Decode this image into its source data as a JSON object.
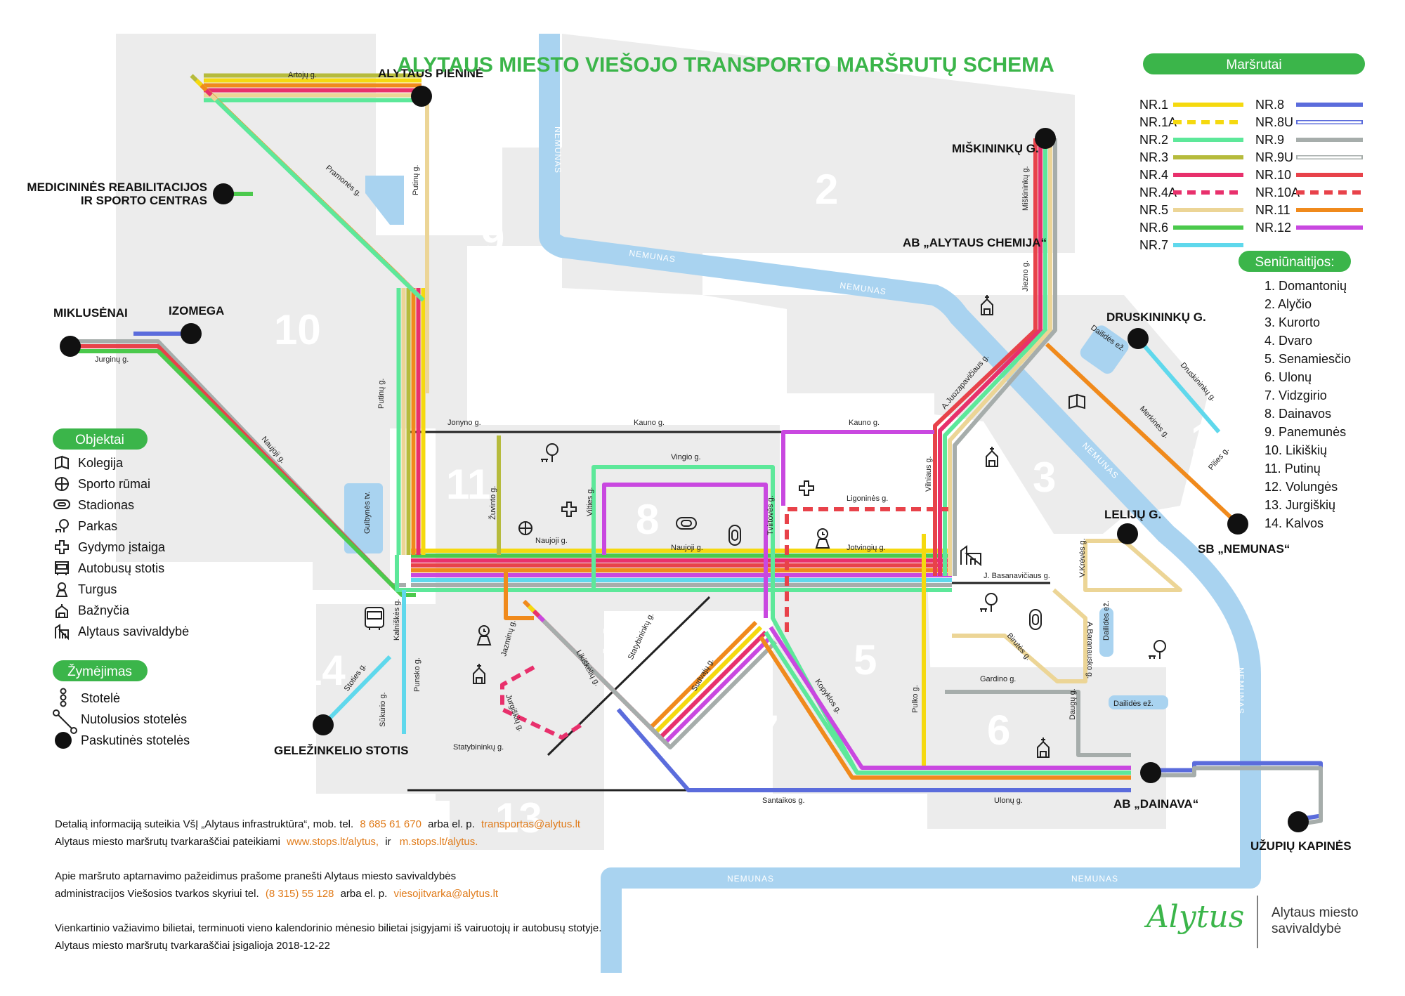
{
  "title": "ALYTAUS MIESTO VIEŠOJO TRANSPORTO MARŠRUTŲ SCHEMA",
  "colors": {
    "accent_green": "#3bb54a",
    "river": "#a9d3f0",
    "district": "#ececec",
    "link_orange": "#e07b1a"
  },
  "routes_heading": "Maršrutai",
  "routes": [
    {
      "label": "NR.1",
      "color": "#f5d90f",
      "style": "solid"
    },
    {
      "label": "NR.1A",
      "color": "#f5d90f",
      "style": "dashed"
    },
    {
      "label": "NR.2",
      "color": "#5de89a",
      "style": "solid"
    },
    {
      "label": "NR.3",
      "color": "#b6bb3c",
      "style": "solid"
    },
    {
      "label": "NR.4",
      "color": "#e8306c",
      "style": "solid"
    },
    {
      "label": "NR.4A",
      "color": "#e8306c",
      "style": "dashed"
    },
    {
      "label": "NR.5",
      "color": "#ecd596",
      "style": "solid"
    },
    {
      "label": "NR.6",
      "color": "#4bc94c",
      "style": "solid"
    },
    {
      "label": "NR.7",
      "color": "#5fd8ec",
      "style": "solid"
    },
    {
      "label": "NR.8",
      "color": "#5b6cdc",
      "style": "solid"
    },
    {
      "label": "NR.8U",
      "color": "#5b6cdc",
      "style": "outline"
    },
    {
      "label": "NR.9",
      "color": "#a6adab",
      "style": "solid"
    },
    {
      "label": "NR.9U",
      "color": "#a6adab",
      "style": "outline"
    },
    {
      "label": "NR.10",
      "color": "#e8424a",
      "style": "solid"
    },
    {
      "label": "NR.10A",
      "color": "#e8424a",
      "style": "dashed"
    },
    {
      "label": "NR.11",
      "color": "#f08a1c",
      "style": "solid"
    },
    {
      "label": "NR.12",
      "color": "#c948e0",
      "style": "solid"
    }
  ],
  "seniunaitijos_heading": "Seniūnaitijos:",
  "seniunaitijos": [
    "1. Domantonių",
    "2. Alyčio",
    "3. Kurorto",
    "4. Dvaro",
    "5. Senamiesčio",
    "6. Ulonų",
    "7. Vidzgirio",
    "8. Dainavos",
    "9. Panemunės",
    "10. Likiškių",
    "11. Putinų",
    "12. Volungės",
    "13. Jurgiškių",
    "14. Kalvos"
  ],
  "objektai_heading": "Objektai",
  "objektai": [
    {
      "icon": "book-icon",
      "label": "Kolegija"
    },
    {
      "icon": "globe-icon",
      "label": "Sporto rūmai"
    },
    {
      "icon": "stadium-icon",
      "label": "Stadionas"
    },
    {
      "icon": "park-icon",
      "label": "Parkas"
    },
    {
      "icon": "cross-icon",
      "label": "Gydymo įstaiga"
    },
    {
      "icon": "bus-icon",
      "label": "Autobusų stotis"
    },
    {
      "icon": "market-icon",
      "label": "Turgus"
    },
    {
      "icon": "church-icon",
      "label": "Bažnyčia"
    },
    {
      "icon": "townhall-icon",
      "label": "Alytaus savivaldybė"
    }
  ],
  "zymejimas_heading": "Žymėjimas",
  "zymejimas": [
    {
      "icon": "stop-icon",
      "label": "Stotelė"
    },
    {
      "icon": "remote-stop-icon",
      "label": "Nutolusios stotelės"
    },
    {
      "icon": "terminal-icon",
      "label": "Paskutinės stotelės"
    }
  ],
  "terminals": {
    "pienine": "ALYTAUS PIENINĖ",
    "med1": "MEDICININĖS REABILITACIJOS",
    "med2": "IR SPORTO CENTRAS",
    "miklusenai": "MIKLUSĖNAI",
    "izomega": "IZOMEGA",
    "miskininku": "MIŠKININKŲ G.",
    "chemija": "AB „ALYTAUS CHEMIJA“",
    "druskininku": "DRUSKININKŲ G.",
    "nemunas_sb": "SB „NEMUNAS“",
    "leliju": "LELIJŲ G.",
    "dainava": "AB „DAINAVA“",
    "uzupiu": "UŽUPIŲ KAPINĖS",
    "gelezinkelio": "GELEŽINKELIO STOTIS"
  },
  "streets": {
    "artoju": "Artojų g.",
    "pramones": "Pramonės g.",
    "putinu": "Putinų g.",
    "jurginu": "Jurginų g.",
    "naujoji": "Naujoji g.",
    "jonyno": "Jonyno g.",
    "kauno": "Kauno g.",
    "vingio": "Vingio g.",
    "zuvinto": "Žuvinto g.",
    "vilties": "Vilties g.",
    "naujoji2": "Naujoji g.",
    "tvirtoves": "Tvirtovės g.",
    "ligonines": "Ligoninės g.",
    "jotvingiu": "Jotvingių g.",
    "vilniaus": "Vilniaus g.",
    "juozapaviciaus": "A.Juozapavičiaus g.",
    "jiezno": "Jiezno g.",
    "miskininku": "Miškininkų g.",
    "druskininku": "Druskininkų g.",
    "merkines": "Merkinės g.",
    "pilies": "Pilies g.",
    "kreves": "V.Krėvės g.",
    "basanaviciaus": "J. Basanavičiaus g.",
    "baranausko": "A.Baranausko g.",
    "birutes": "Birutės g.",
    "gardino": "Gardino g.",
    "pulko": "Pulko g.",
    "dauguu": "Daugų g.",
    "kalniskes": "Kalniškės g.",
    "stoties": "Stoties g.",
    "punsko": "Punsko g.",
    "sukuriu": "Sūkurio g.",
    "jazminu": "Jazminų g.",
    "jurgiskiu": "Jurgiškių g.",
    "likiskeliu": "Likiškėlių g.",
    "statybininku": "Statybininkų g.",
    "statybininku2": "Statybininkų g.",
    "sudvajai": "Sudvajų g.",
    "kopyklos": "Kopyklos g.",
    "santaikos": "Santaikos g.",
    "ulonu": "Ulonų g.",
    "gulbynes": "Gulbynės tv.",
    "dailides1": "Dailidės ež.",
    "dailides2": "Dailidės ež.",
    "dailides3": "Dailidės ež."
  },
  "river": {
    "label": "NEMUNAS"
  },
  "districts": [
    "1",
    "2",
    "3",
    "4",
    "5",
    "6",
    "7",
    "8",
    "9",
    "10",
    "11",
    "12",
    "13",
    "14"
  ],
  "info": {
    "line1_a": "Detalią informaciją suteikia VšĮ „Alytaus infrastruktūra“, mob. tel.",
    "line1_phone": "8 685 61 670",
    "line1_b": "arba el. p.",
    "line1_email": "transportas@alytus.lt",
    "line2_a": "Alytaus miesto maršrutų tvarkaraščiai pateikiami",
    "line2_url1": "www.stops.lt/alytus,",
    "line2_b": "ir",
    "line2_url2": "m.stops.lt/alytus.",
    "line3": "Apie maršruto aptarnavimo pažeidimus prašome pranešti Alytaus miesto savivaldybės",
    "line4_a": "administracijos Viešosios tvarkos skyriui tel.",
    "line4_phone": "(8 315) 55 128",
    "line4_b": "arba el. p.",
    "line4_email": "viesojitvarka@alytus.lt",
    "line5": "Vienkartinio važiavimo bilietai, terminuoti vieno kalendorinio mėnesio bilietai įsigyjami iš vairuotojų ir autobusų stotyje.",
    "line6": "Alytaus miesto maršrutų tvarkaraščiai įsigalioja 2018-12-22"
  },
  "logo": {
    "wordmark": "Alytus",
    "name1": "Alytaus miesto",
    "name2": "savivaldybė"
  }
}
